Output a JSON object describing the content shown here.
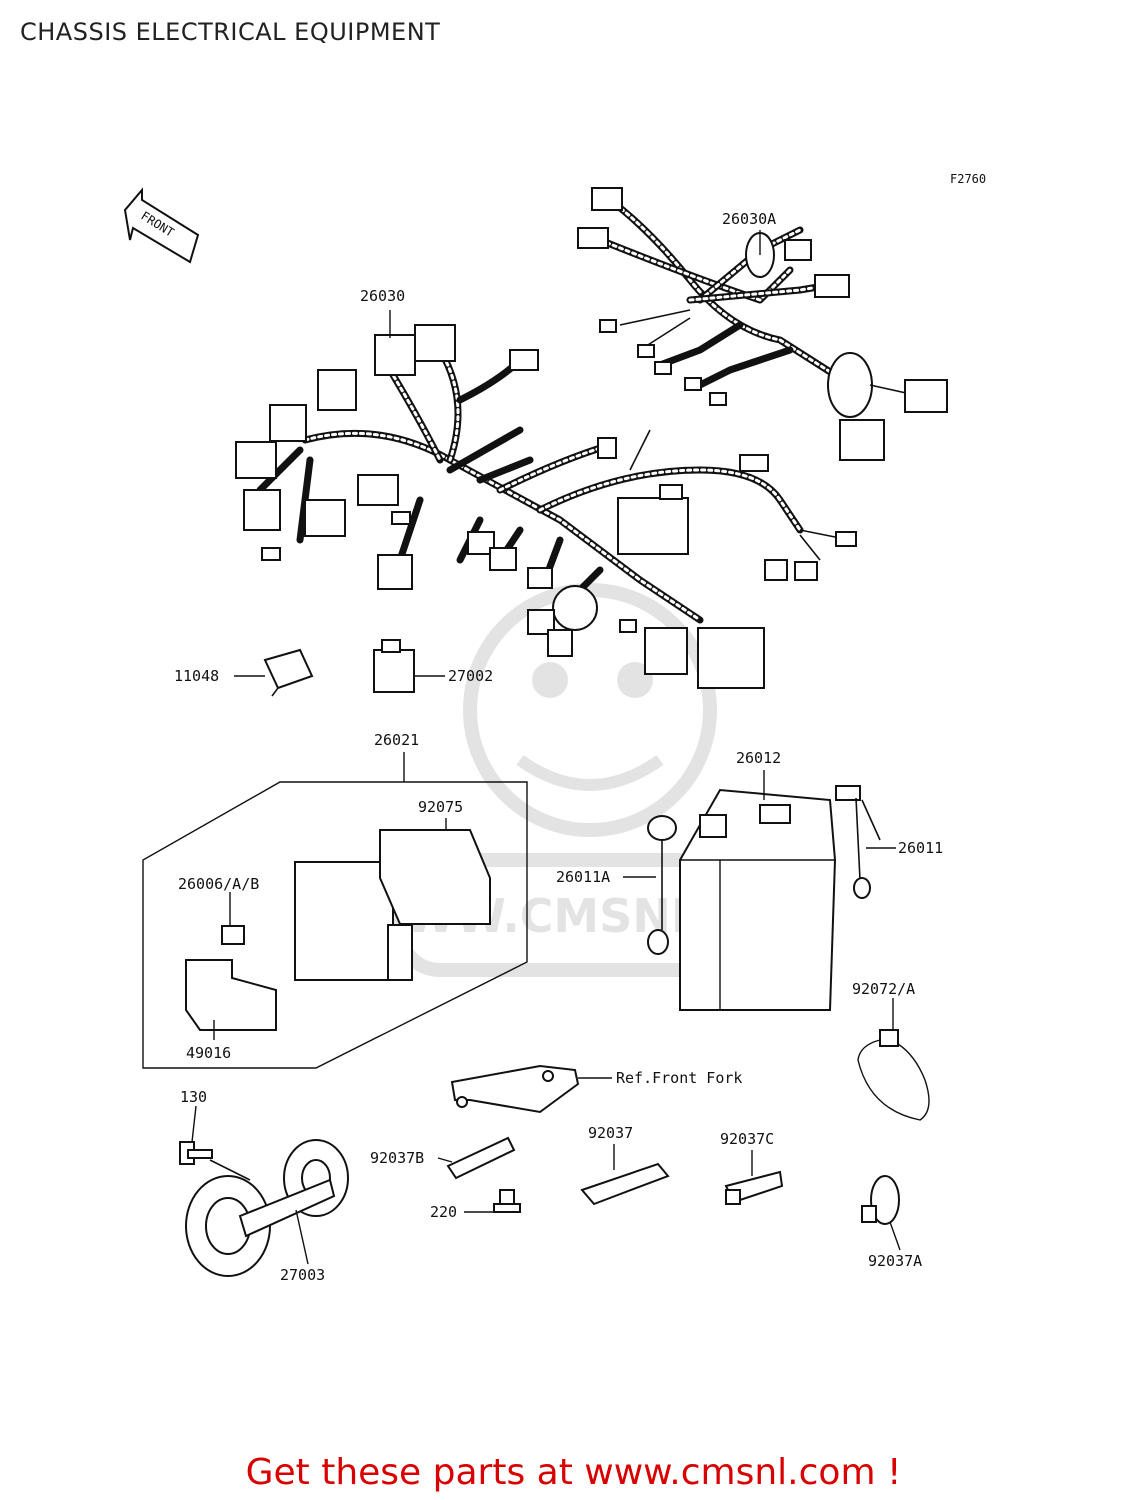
{
  "title": "CHASSIS ELECTRICAL EQUIPMENT",
  "figure_code": "F2760",
  "front_arrow": "FRONT",
  "watermark": "WWW.CMSNL.COM",
  "callouts": [
    {
      "id": "26030A"
    },
    {
      "id": "26030"
    },
    {
      "id": "11048"
    },
    {
      "id": "27002"
    },
    {
      "id": "26021"
    },
    {
      "id": "92075"
    },
    {
      "id": "26006/A/B"
    },
    {
      "id": "49016"
    },
    {
      "id": "26012"
    },
    {
      "id": "26011A"
    },
    {
      "id": "26011"
    },
    {
      "id": "92072/A"
    },
    {
      "id": "Ref.Front Fork"
    },
    {
      "id": "130"
    },
    {
      "id": "92037B"
    },
    {
      "id": "92037"
    },
    {
      "id": "92037C"
    },
    {
      "id": "220"
    },
    {
      "id": "27003"
    },
    {
      "id": "92037A"
    }
  ],
  "footer": "Get these parts at www.cmsnl.com !"
}
